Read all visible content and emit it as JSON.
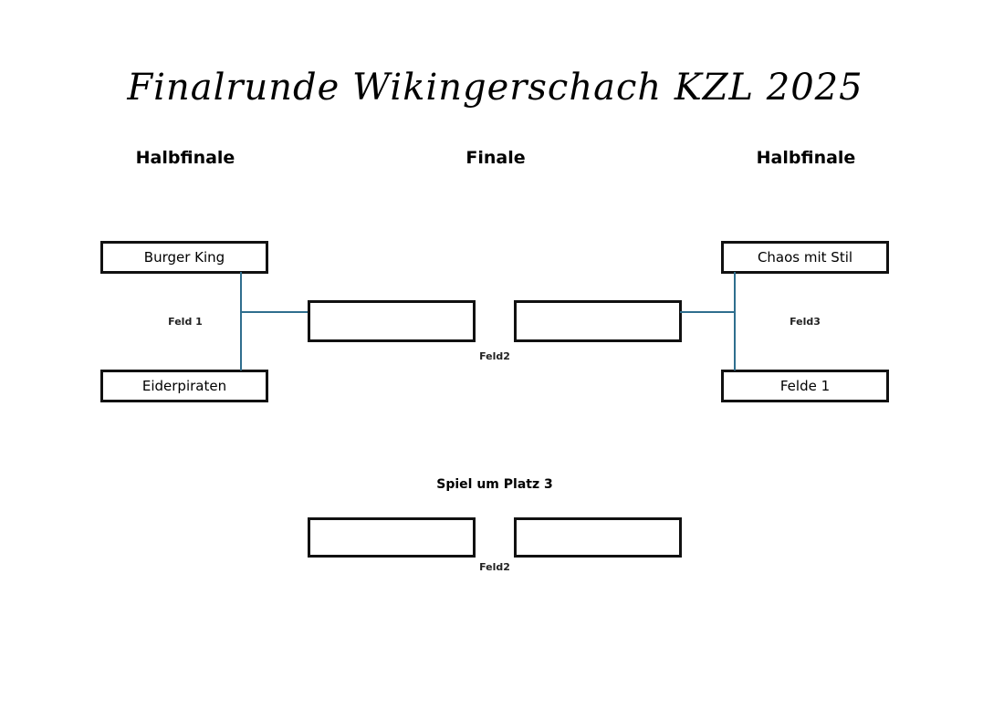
{
  "title": "Finalrunde Wikingerschach KZL 2025",
  "headings": {
    "left_round": "Halbfinale",
    "center_round": "Finale",
    "right_round": "Halbfinale"
  },
  "semifinal_left": {
    "team_top": "Burger King",
    "team_bottom": "Eiderpiraten",
    "field": "Feld 1"
  },
  "semifinal_right": {
    "team_top": "Chaos mit Stil",
    "team_bottom": "Felde 1",
    "field": "Feld3"
  },
  "final": {
    "slot_left": "",
    "slot_right": "",
    "field": "Feld2"
  },
  "third_place": {
    "heading": "Spiel um Platz 3",
    "slot_left": "",
    "slot_right": "",
    "field": "Feld2"
  },
  "colors": {
    "connector": "#2f6e8e",
    "box_border": "#111111"
  }
}
